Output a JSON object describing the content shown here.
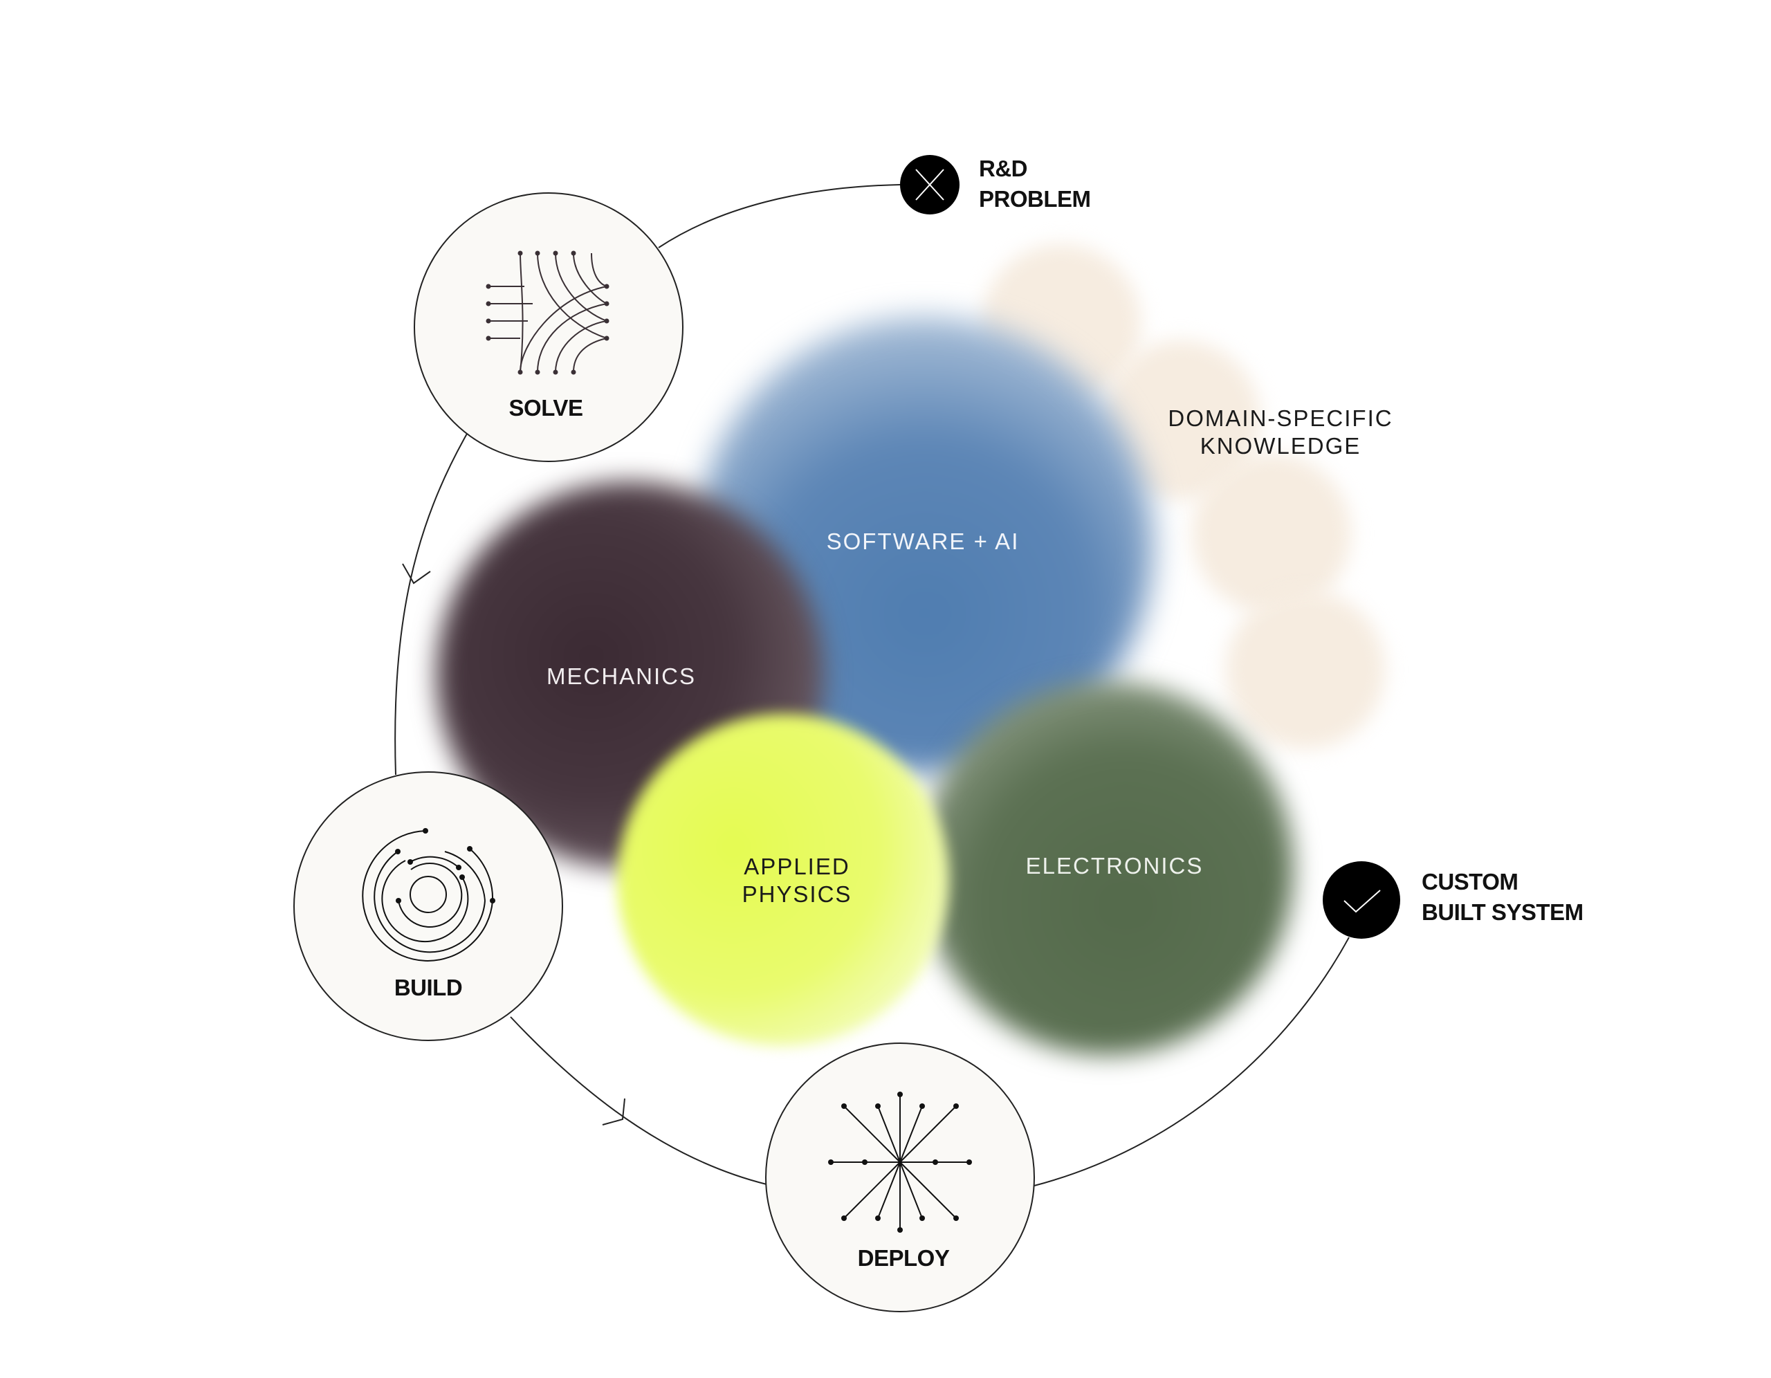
{
  "start": {
    "line1": "R&D",
    "line2": "PROBLEM",
    "icon": "x-icon"
  },
  "end": {
    "line1": "CUSTOM",
    "line2": "BUILT SYSTEM",
    "icon": "check-icon"
  },
  "stages": [
    {
      "label": "SOLVE",
      "icon": "crossing-lines-icon"
    },
    {
      "label": "BUILD",
      "icon": "spiral-icon"
    },
    {
      "label": "DEPLOY",
      "icon": "starburst-icon"
    }
  ],
  "domains": {
    "software": {
      "label": "SOFTWARE + AI",
      "color": "#4f7db0"
    },
    "mechanics": {
      "label": "MECHANICS",
      "color": "#3d2d36"
    },
    "physics": {
      "line1": "APPLIED",
      "line2": "PHYSICS",
      "color": "#e6fb5a"
    },
    "electronics": {
      "label": "ELECTRONICS",
      "color": "#556b4c"
    },
    "knowledge": {
      "line1": "DOMAIN-SPECIFIC",
      "line2": "KNOWLEDGE",
      "color": "#f7eee2"
    }
  }
}
